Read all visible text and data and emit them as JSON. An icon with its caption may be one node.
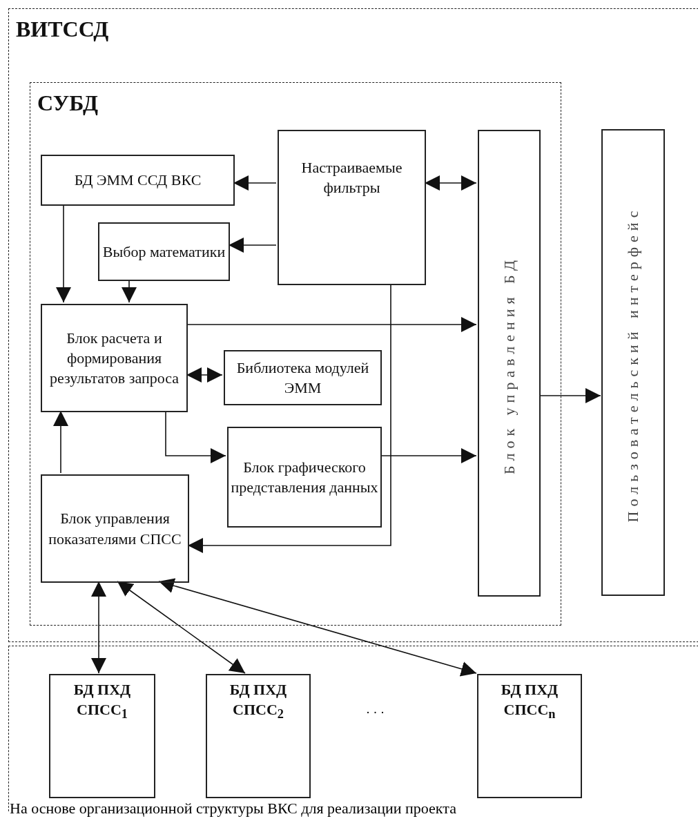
{
  "diagram": {
    "caption": "На основе организационной структуры ВКС для реализации проекта",
    "nodes": [
      {
        "text": [
          "ВИТССД"
        ]
      },
      {
        "text": [
          "СУБД"
        ],
        "in": 0
      },
      {
        "text": [
          "БД ЭММ ССД ВКС"
        ],
        "in": 1
      },
      {
        "text": [
          "Настраиваемые фильтры"
        ],
        "in": 1
      },
      {
        "text": [
          "Выбор математики"
        ],
        "in": 1
      },
      {
        "text": [
          "Блок расчета и формирования результатов запроса"
        ],
        "in": 1
      },
      {
        "text": [
          "Библиотека модулей ЭММ"
        ],
        "in": 1
      },
      {
        "text": [
          "Блок графического представления данных"
        ],
        "in": 1
      },
      {
        "text": [
          "Блок управления показателями СПСС"
        ],
        "in": 1
      },
      {
        "text": [
          "Блок управления БД"
        ],
        "in": 1
      },
      {
        "text": [
          "Пользовательский интерфейс"
        ],
        "in": 0
      },
      {
        "text": [],
        "shape": "box"
      },
      {
        "text": [
          "БД ПХД СПСС$_{1}$"
        ],
        "in": 11
      },
      {
        "text": [
          "БД ПХД СПСС$_{2}$"
        ],
        "in": 11
      },
      {
        "text": [
          "БД ПХД СПСС$_{n}$"
        ],
        "in": 11
      }
    ],
    "edges": [
      {
        "from": 3,
        "to": 2,
        "arrow": "to"
      },
      {
        "from": 3,
        "to": 4,
        "arrow": "to"
      },
      {
        "from": 3,
        "to": 9,
        "arrow": "both"
      },
      {
        "from": 2,
        "to": 5,
        "arrow": "to"
      },
      {
        "from": 4,
        "to": 5,
        "arrow": "to"
      },
      {
        "from": 5,
        "to": 9,
        "arrow": "to"
      },
      {
        "from": 5,
        "to": 6,
        "arrow": "both"
      },
      {
        "from": 5,
        "to": 7,
        "arrow": "to"
      },
      {
        "from": 7,
        "to": 9,
        "arrow": "to"
      },
      {
        "from": 8,
        "to": 5,
        "arrow": "to"
      },
      {
        "from": 3,
        "to": 8,
        "arrow": "to"
      },
      {
        "from": 9,
        "to": 10,
        "arrow": "to"
      },
      {
        "from": 8,
        "to": 12,
        "arrow": "both"
      },
      {
        "from": 8,
        "to": 13,
        "arrow": "both"
      },
      {
        "from": 8,
        "to": 14,
        "arrow": "both"
      }
    ],
    "labels": [
      "· · ·"
    ]
  }
}
